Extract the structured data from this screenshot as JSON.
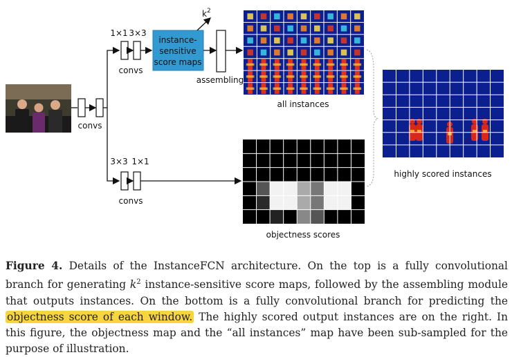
{
  "diagram": {
    "top_branch": {
      "conv_kernels": [
        "1×1",
        "3×3"
      ],
      "conv_label": "convs",
      "score_maps_label": [
        "instance-",
        "sensitive",
        "score maps"
      ],
      "k2_label": "k",
      "k2_sup": "2",
      "assembling_label": "assembling",
      "all_instances_label": "all instances"
    },
    "shared_convs_label": "convs",
    "bottom_branch": {
      "conv_kernels": [
        "3×3",
        "1×1"
      ],
      "conv_label": "convs",
      "objectness_label": "objectness scores"
    },
    "output": {
      "label": "highly scored instances"
    },
    "colors": {
      "score_map_box": "#3399d1",
      "heatmap_bg": "#0b1f8f",
      "highlight": "#f7d540"
    }
  },
  "caption": {
    "figure_label": "Figure 4.",
    "part1": " Details of the InstanceFCN architecture. On the top is a fully convolutional branch for generating ",
    "k": "k",
    "k_sup": "2",
    "part2": " instance-sensitive score maps, followed by the assembling module that outputs instances. On the bottom is a fully convolutional branch for predicting the ",
    "highlight": "objectness score of each window.",
    "part3": " The highly scored output instances are on the right. In this figure, the objectness map and the “all instances” map have been sub-sampled for the purpose of illustration."
  }
}
